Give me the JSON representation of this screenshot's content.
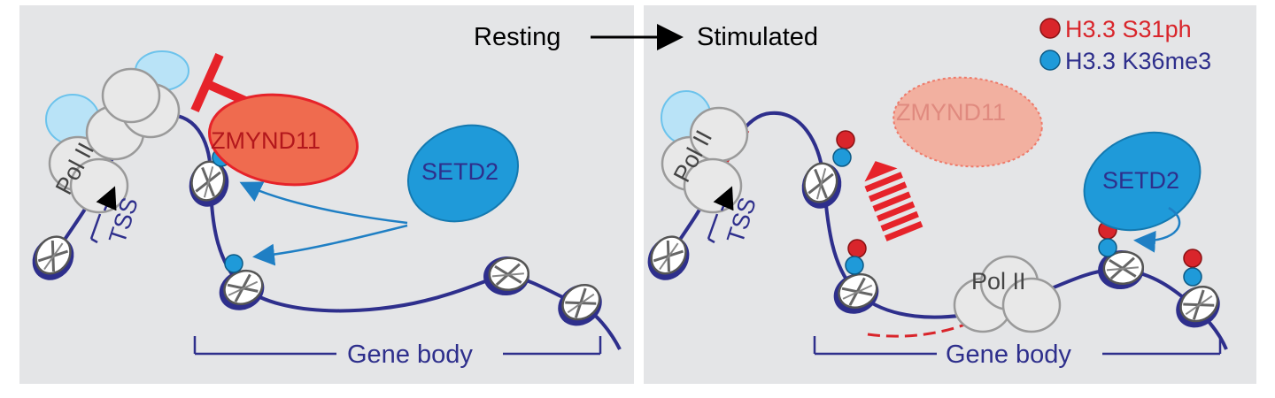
{
  "header": {
    "from_state": "Resting",
    "to_state": "Stimulated"
  },
  "legend": [
    {
      "label": "H3.3 S31ph",
      "color": "#d9252b",
      "marker": "red-circle"
    },
    {
      "label": "H3.3 K36me3",
      "color": "#1f9ad9",
      "marker": "blue-circle"
    }
  ],
  "left_panel": {
    "pol_label": "Pol II",
    "tss_label": "TSS",
    "zmynd11_label": "ZMYND11",
    "setd2_label": "SETD2",
    "gene_body_label": "Gene body"
  },
  "right_panel": {
    "pol_label_promoter": "Pol II",
    "pol_label_elongating": "Pol II",
    "tss_label": "TSS",
    "zmynd11_label": "ZMYND11",
    "setd2_label": "SETD2",
    "gene_body_label": "Gene body"
  },
  "colors": {
    "panel_bg": "#e4e5e7",
    "dna": "#2e2f8c",
    "text_dark": "#2e2f8c",
    "zmynd11_fill": "#ef6b4f",
    "zmynd11_stroke": "#e6232a",
    "setd2_fill": "#1f9ad9",
    "red_mark": "#d9252b",
    "blue_mark": "#1f9ad9",
    "arrow_blue": "#1f7fc4"
  }
}
